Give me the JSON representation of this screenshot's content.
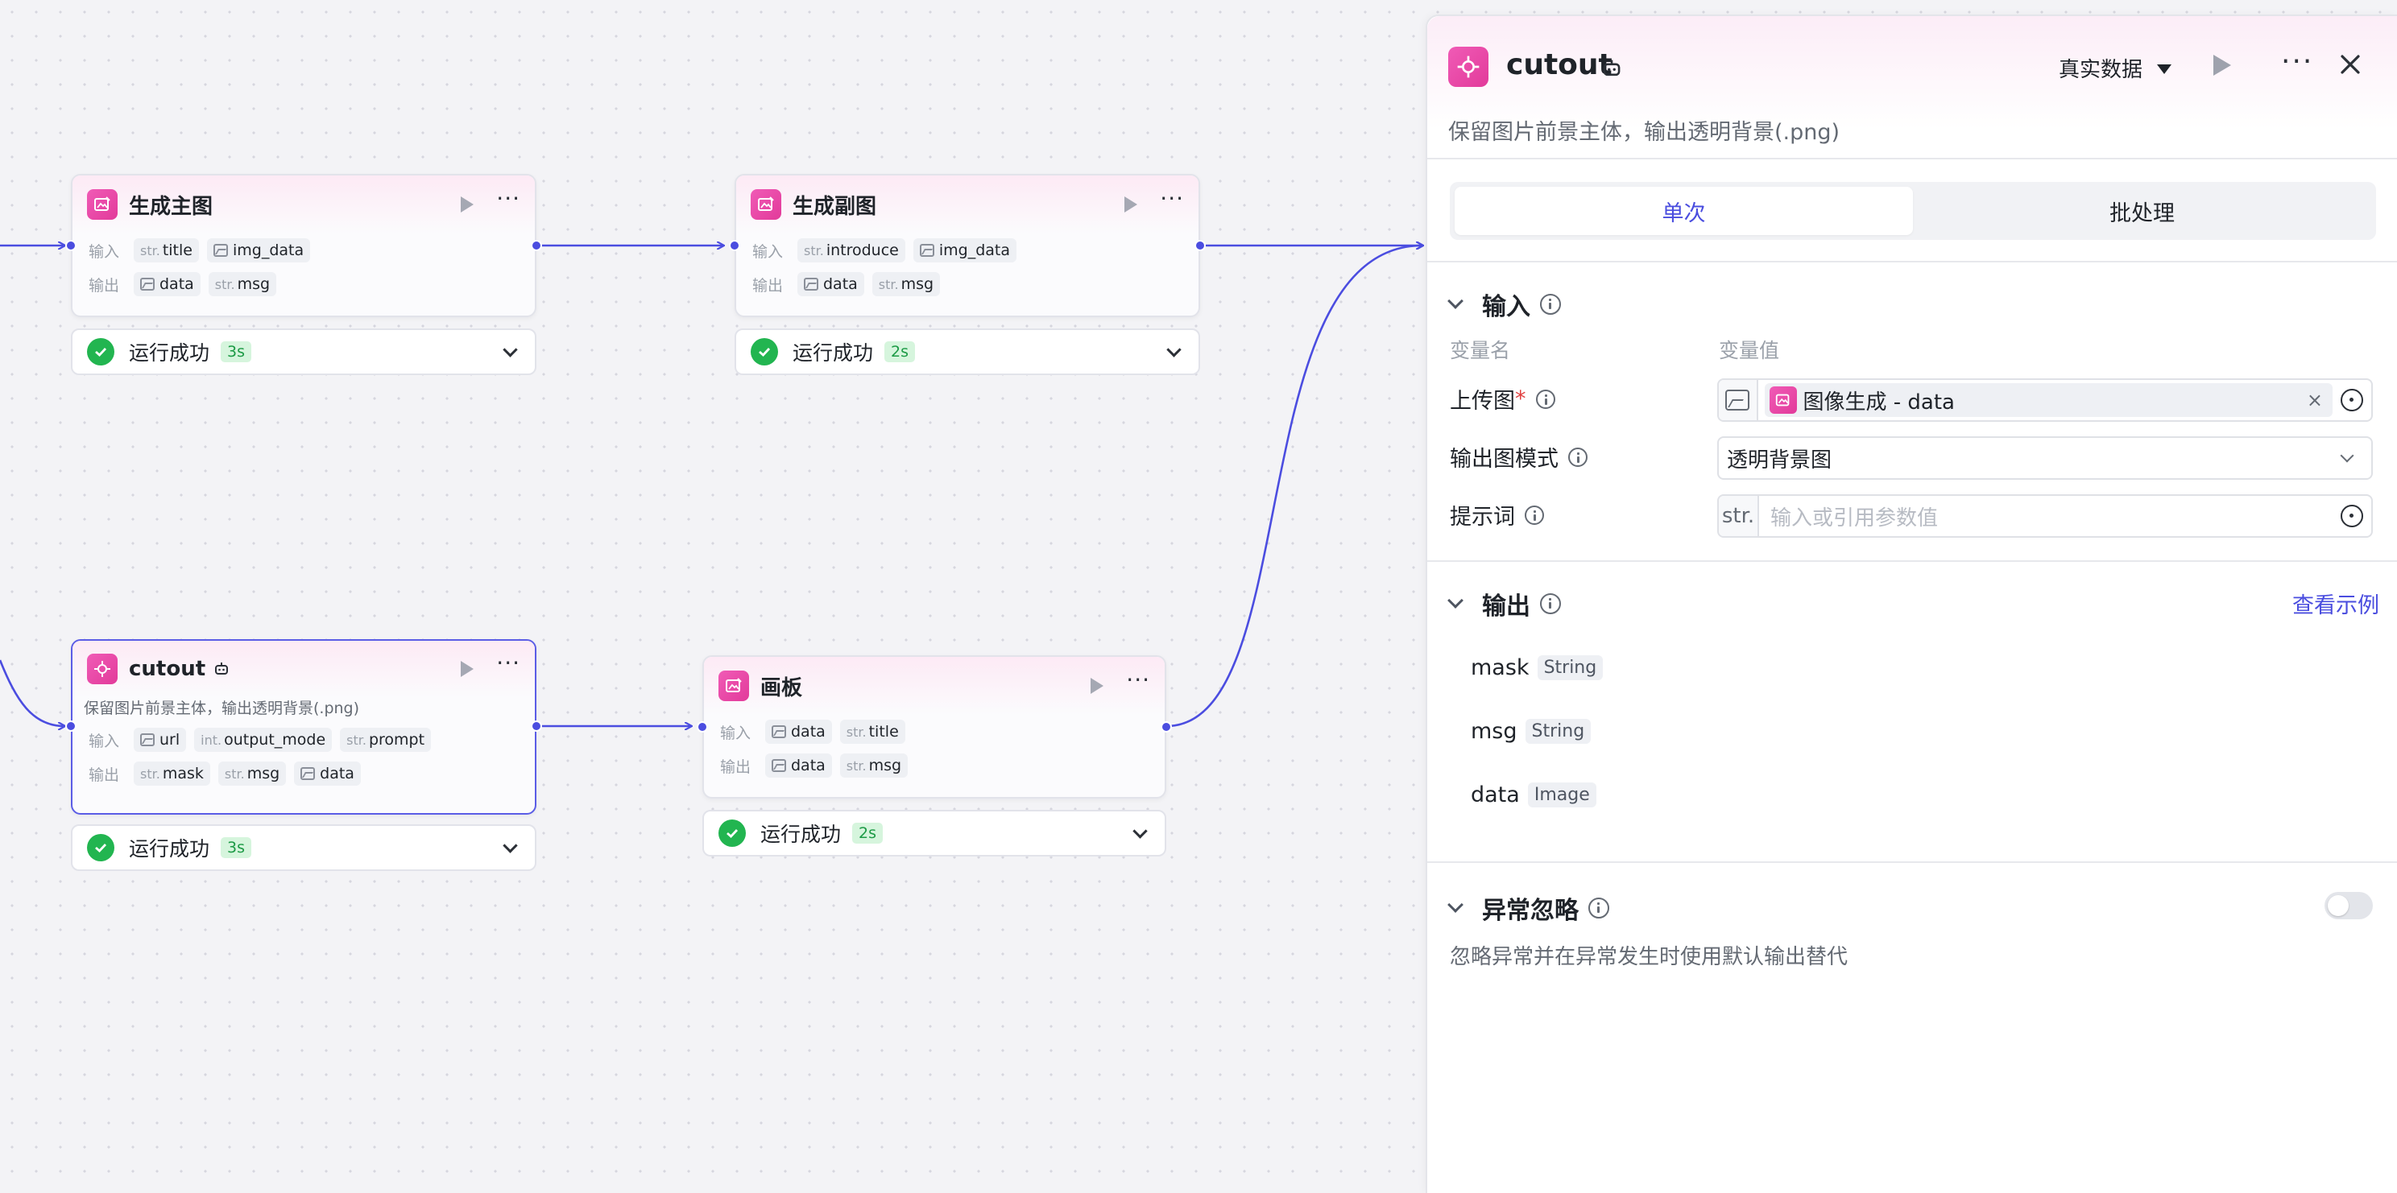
{
  "nodes": {
    "main_image": {
      "title": "生成主图",
      "input_label": "输入",
      "output_label": "输出",
      "inputs": [
        {
          "type": "str.",
          "name": "title"
        },
        {
          "type": "img",
          "name": "img_data"
        }
      ],
      "outputs": [
        {
          "type": "img",
          "name": "data"
        },
        {
          "type": "str.",
          "name": "msg"
        }
      ],
      "status": "运行成功",
      "duration": "3s"
    },
    "sub_image": {
      "title": "生成副图",
      "input_label": "输入",
      "output_label": "输出",
      "inputs": [
        {
          "type": "str.",
          "name": "introduce"
        },
        {
          "type": "img",
          "name": "img_data"
        }
      ],
      "outputs": [
        {
          "type": "img",
          "name": "data"
        },
        {
          "type": "str.",
          "name": "msg"
        }
      ],
      "status": "运行成功",
      "duration": "2s"
    },
    "cutout": {
      "title": "cutout",
      "desc": "保留图片前景主体，输出透明背景(.png)",
      "input_label": "输入",
      "output_label": "输出",
      "inputs": [
        {
          "type": "img",
          "name": "url"
        },
        {
          "type": "int.",
          "name": "output_mode"
        },
        {
          "type": "str.",
          "name": "prompt"
        }
      ],
      "outputs": [
        {
          "type": "str.",
          "name": "mask"
        },
        {
          "type": "str.",
          "name": "msg"
        },
        {
          "type": "img",
          "name": "data"
        }
      ],
      "status": "运行成功",
      "duration": "3s"
    },
    "canvas": {
      "title": "画板",
      "input_label": "输入",
      "output_label": "输出",
      "inputs": [
        {
          "type": "img",
          "name": "data"
        },
        {
          "type": "str.",
          "name": "title"
        }
      ],
      "outputs": [
        {
          "type": "img",
          "name": "data"
        },
        {
          "type": "str.",
          "name": "msg"
        }
      ],
      "status": "运行成功",
      "duration": "2s"
    }
  },
  "panel": {
    "title": "cutout",
    "data_mode": "真实数据",
    "description": "保留图片前景主体，输出透明背景(.png)",
    "tabs": [
      "单次",
      "批处理"
    ],
    "input_section": {
      "title": "输入",
      "col_name": "变量名",
      "col_value": "变量值",
      "fields": {
        "upload": {
          "label": "上传图",
          "required_mark": "*",
          "value": "图像生成 - data",
          "clear": "×"
        },
        "mode": {
          "label": "输出图模式",
          "value": "透明背景图"
        },
        "prompt": {
          "label": "提示词",
          "prefix": "str.",
          "placeholder": "输入或引用参数值"
        }
      }
    },
    "output_section": {
      "title": "输出",
      "link": "查看示例",
      "items": [
        {
          "name": "mask",
          "type": "String"
        },
        {
          "name": "msg",
          "type": "String"
        },
        {
          "name": "data",
          "type": "Image"
        }
      ]
    },
    "exception_section": {
      "title": "异常忽略",
      "enabled": false,
      "note": "忽略异常并在异常发生时使用默认输出替代"
    }
  },
  "colors": {
    "accent": "#4a4ddf",
    "edge": "#4b4de0",
    "node_icon": "#e23a9a",
    "success": "#22b550"
  }
}
